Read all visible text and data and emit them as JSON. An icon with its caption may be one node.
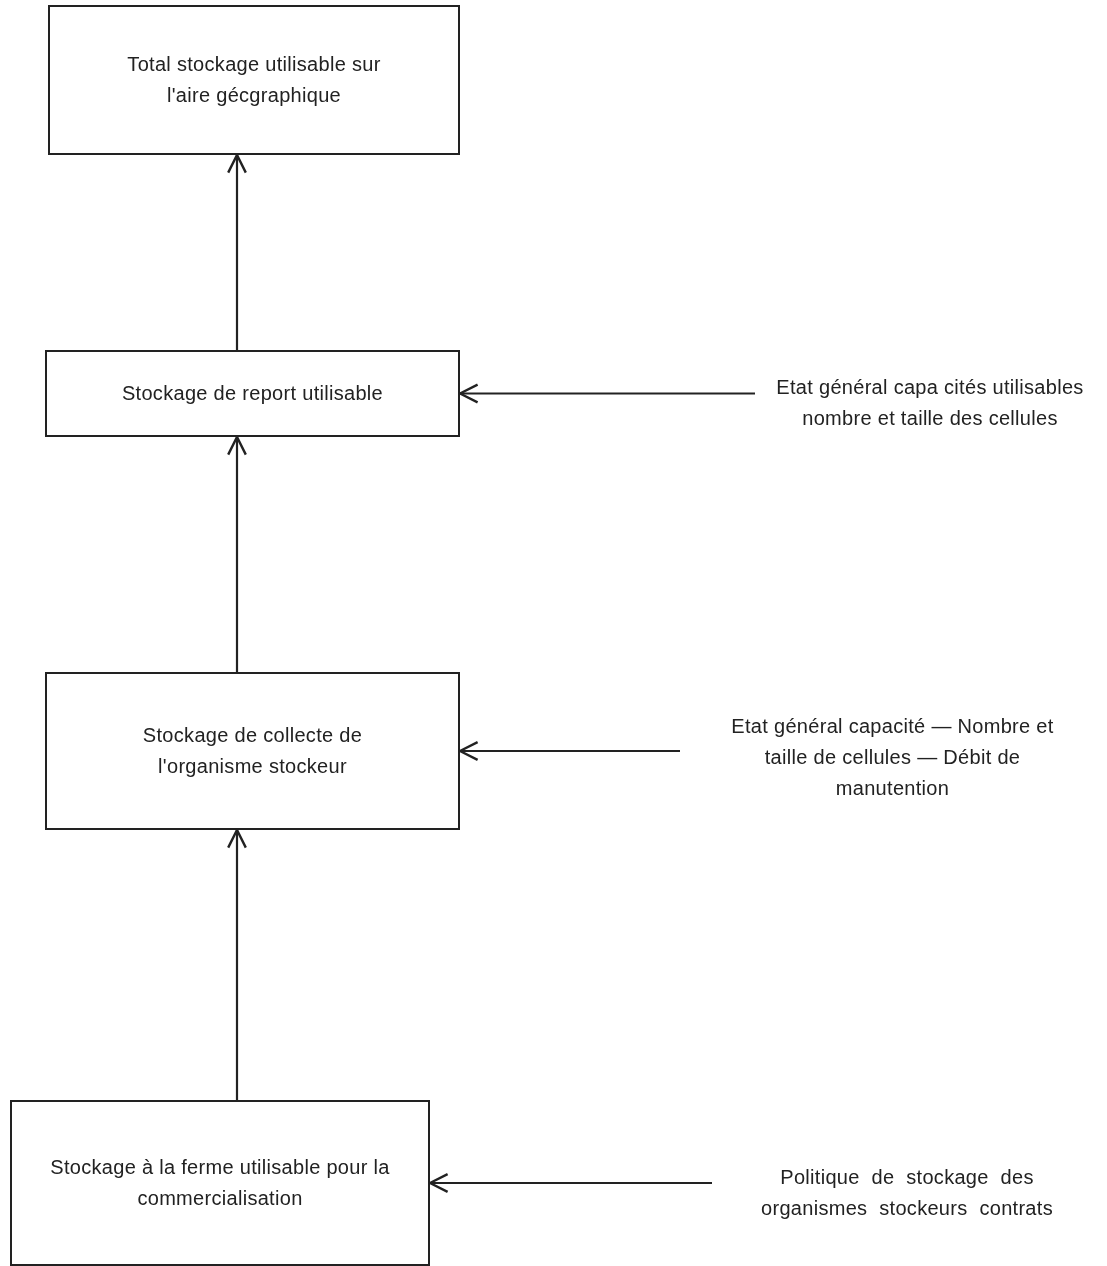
{
  "diagram": {
    "nodes": [
      {
        "text": [
          "Total stockage utilisable sur l'aire gécgraphique"
        ]
      },
      {
        "text": [
          "Stockage de report utilisable"
        ]
      },
      {
        "text": [
          "Stockage de collecte de l'organisme stockeur"
        ]
      },
      {
        "text": [
          "Stockage à la ferme utilisable pour la commercialisation"
        ]
      },
      {
        "text": [
          "Etat général capa cités utilisables nombre et taille des cellules"
        ]
      },
      {
        "text": [
          "Etat général capacité — Nombre et taille de cellules — Débit de manutention"
        ]
      },
      {
        "text": [
          "Politique de stockage des organismes stockeurs contrats"
        ]
      }
    ],
    "edges": [
      {
        "from": 1,
        "to": 0,
        "arrow": "to"
      },
      {
        "from": 2,
        "to": 1,
        "arrow": "to"
      },
      {
        "from": 3,
        "to": 2,
        "arrow": "to"
      },
      {
        "from": 4,
        "to": 1,
        "arrow": "to"
      },
      {
        "from": 5,
        "to": 2,
        "arrow": "to"
      },
      {
        "from": 6,
        "to": 3,
        "arrow": "to"
      }
    ]
  }
}
